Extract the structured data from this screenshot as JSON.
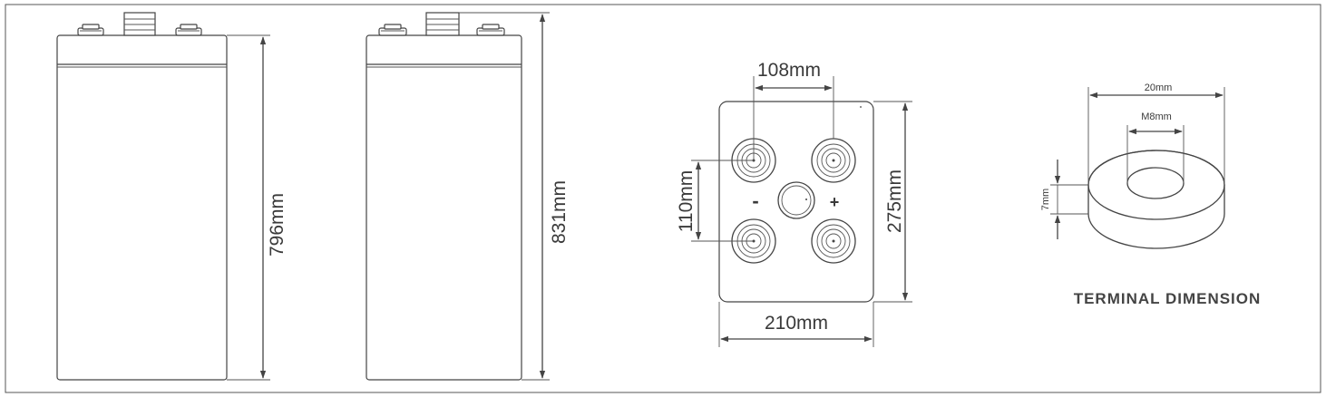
{
  "side_view_1": {
    "height_label": "796mm"
  },
  "side_view_2": {
    "height_label": "831mm"
  },
  "top_view": {
    "terminal_spacing_label": "108mm",
    "row_spacing_label": "110mm",
    "length_label": "275mm",
    "width_label": "210mm",
    "negative_symbol": "-",
    "positive_symbol": "+"
  },
  "terminal": {
    "outer_diameter_label": "20mm",
    "thread_label": "M8mm",
    "height_label": "7mm",
    "caption": "TERMINAL DIMENSION"
  }
}
